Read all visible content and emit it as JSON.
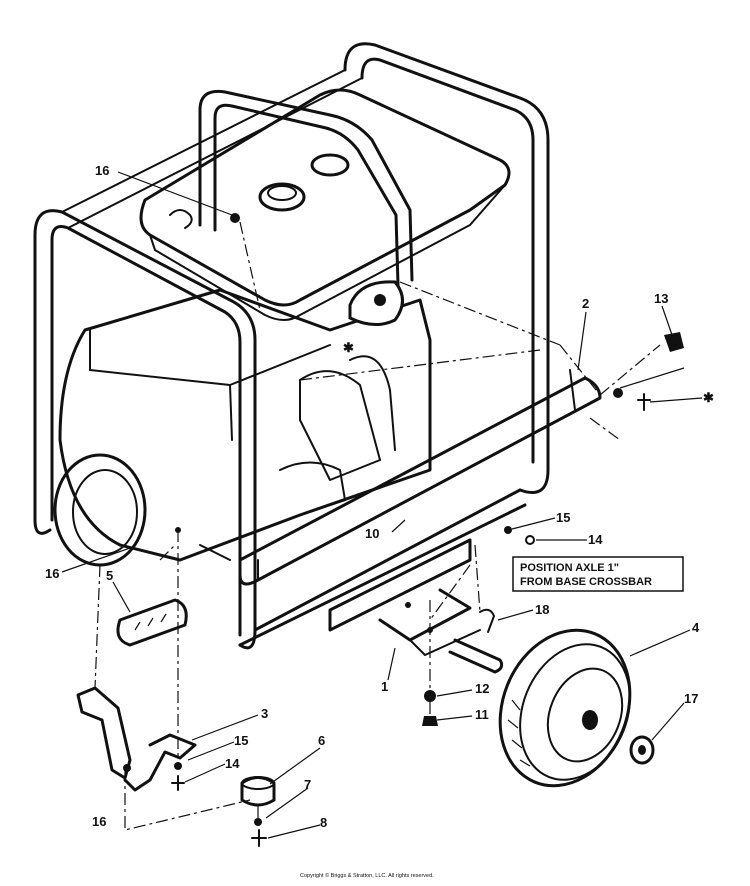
{
  "diagram": {
    "callouts": [
      {
        "id": "c16a",
        "text": "16"
      },
      {
        "id": "c2",
        "text": "2"
      },
      {
        "id": "c13",
        "text": "13"
      },
      {
        "id": "c10",
        "text": "10"
      },
      {
        "id": "c15a",
        "text": "15"
      },
      {
        "id": "c14a",
        "text": "14"
      },
      {
        "id": "c16b",
        "text": "16"
      },
      {
        "id": "c5",
        "text": "5"
      },
      {
        "id": "c18",
        "text": "18"
      },
      {
        "id": "c4",
        "text": "4"
      },
      {
        "id": "c1",
        "text": "1"
      },
      {
        "id": "c12",
        "text": "12"
      },
      {
        "id": "c11",
        "text": "11"
      },
      {
        "id": "c17",
        "text": "17"
      },
      {
        "id": "c3",
        "text": "3"
      },
      {
        "id": "c15b",
        "text": "15"
      },
      {
        "id": "c14b",
        "text": "14"
      },
      {
        "id": "c6",
        "text": "6"
      },
      {
        "id": "c7",
        "text": "7"
      },
      {
        "id": "c8",
        "text": "8"
      },
      {
        "id": "c16c",
        "text": "16"
      }
    ],
    "note_line1": "POSITION AXLE 1\"",
    "note_line2": "FROM BASE CROSSBAR",
    "copyright": "Copyright © Briggs & Stratton, LLC. All rights reserved."
  }
}
